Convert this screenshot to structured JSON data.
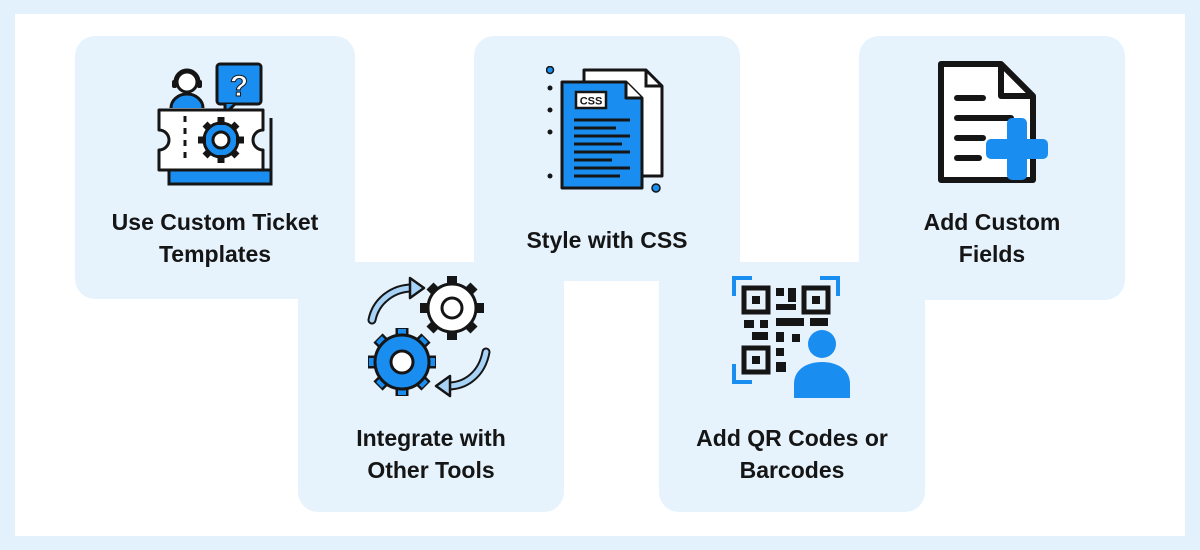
{
  "colors": {
    "accent": "#1a8ef0",
    "ink": "#151515",
    "card": "#e6f3fd",
    "accent_light": "#a8d3f7"
  },
  "cards": [
    {
      "label": "Use Custom Ticket\nTemplates",
      "icon": "support-ticket-icon"
    },
    {
      "label": "Style with CSS",
      "icon": "css-file-icon",
      "badge": "CSS"
    },
    {
      "label": "Add Custom\nFields",
      "icon": "add-document-icon"
    },
    {
      "label": "Integrate with\nOther Tools",
      "icon": "gears-sync-icon"
    },
    {
      "label": "Add QR Codes or\nBarcodes",
      "icon": "qr-code-user-icon"
    }
  ]
}
